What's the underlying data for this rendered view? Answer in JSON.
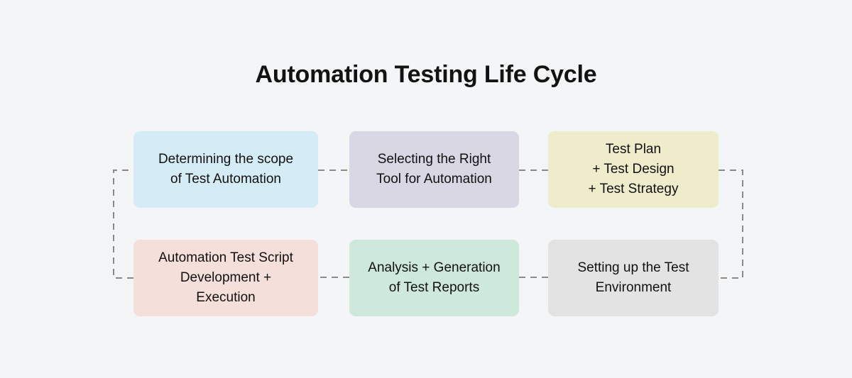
{
  "diagram": {
    "title": "Automation Testing Life Cycle",
    "background_color": "#f4f5f7",
    "title_color": "#121212",
    "connector_color": "#8a8a8a",
    "connector_style": "dashed"
  },
  "chart_data": {
    "type": "diagram",
    "title": "Automation Testing Life Cycle",
    "layout": "3-column x 2-row cycle, left-to-right on row 1, right-to-left on row 2, looping back",
    "stages": [
      {
        "order": 1,
        "label": "Determining the scope\nof Test Automation",
        "color": "#d5ecf7",
        "row": 1,
        "column": 1
      },
      {
        "order": 2,
        "label": "Selecting the Right\nTool for Automation",
        "color": "#d8d7e3",
        "row": 1,
        "column": 2
      },
      {
        "order": 3,
        "label": "Test Plan\n+ Test Design\n+ Test Strategy",
        "color": "#eeeccb",
        "row": 1,
        "column": 3
      },
      {
        "order": 4,
        "label": "Setting up the Test\nEnvironment",
        "color": "#e3e3e3",
        "row": 2,
        "column": 3
      },
      {
        "order": 5,
        "label": "Analysis + Generation\nof Test Reports",
        "color": "#cee8db",
        "row": 2,
        "column": 2
      },
      {
        "order": 6,
        "label": "Automation Test Script\nDevelopment +\nExecution",
        "color": "#f5dfdb",
        "row": 2,
        "column": 1
      }
    ],
    "connections": [
      {
        "from": 1,
        "to": 2,
        "path": "horizontal"
      },
      {
        "from": 2,
        "to": 3,
        "path": "horizontal"
      },
      {
        "from": 3,
        "to": 4,
        "path": "right-loop-down"
      },
      {
        "from": 4,
        "to": 5,
        "path": "horizontal"
      },
      {
        "from": 5,
        "to": 6,
        "path": "horizontal"
      },
      {
        "from": 6,
        "to": 1,
        "path": "left-loop-up"
      }
    ]
  }
}
